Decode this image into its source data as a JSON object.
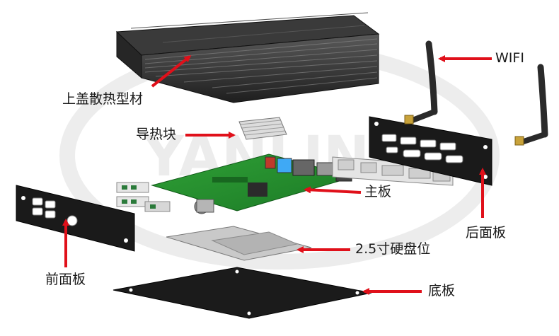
{
  "watermark": "YANLING",
  "arrow_color": "#e0101a",
  "labels": {
    "top_cover": "上盖散热型材",
    "heat_conductor": "导热块",
    "motherboard": "主板",
    "rear_panel": "后面板",
    "hdd_bay": "2.5寸硬盘位",
    "front_panel": "前面板",
    "bottom_plate": "底板",
    "wifi": "WIFI"
  }
}
